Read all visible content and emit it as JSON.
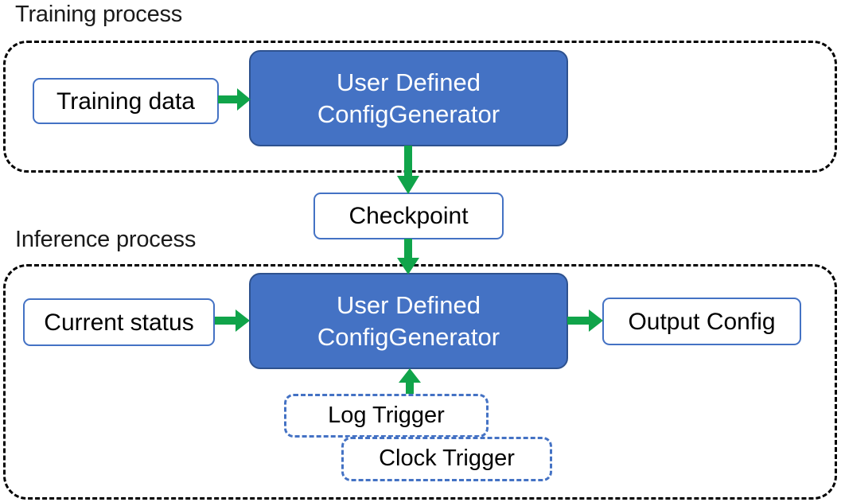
{
  "diagram": {
    "title_training": "Training process",
    "title_inference": "Inference process",
    "colors": {
      "primary_fill": "#4472C4",
      "primary_border": "#2E528F",
      "plain_border": "#4472C4",
      "trigger_border": "#4472C4",
      "arrow_green": "#10A44A",
      "container_border": "#000000",
      "text_dark": "#000000",
      "text_light": "#FFFFFF",
      "background": "#FFFFFF"
    }
  },
  "training_process": {
    "label": "Training process",
    "nodes": {
      "training_data": "Training data",
      "config_generator_line1": "User Defined",
      "config_generator_line2": "ConfigGenerator"
    }
  },
  "bridge": {
    "checkpoint": "Checkpoint"
  },
  "inference_process": {
    "label": "Inference process",
    "nodes": {
      "current_status": "Current status",
      "config_generator_line1": "User Defined",
      "config_generator_line2": "ConfigGenerator",
      "output_config": "Output Config",
      "log_trigger": "Log Trigger",
      "clock_trigger": "Clock Trigger"
    }
  },
  "connections": [
    {
      "id": "data-to-cfg",
      "from": "Training data",
      "to": "User Defined ConfigGenerator",
      "direction": "right"
    },
    {
      "id": "cfg-to-checkpoint",
      "from": "User Defined ConfigGenerator",
      "to": "Checkpoint",
      "direction": "down"
    },
    {
      "id": "checkpoint-to-cfg",
      "from": "Checkpoint",
      "to": "User Defined ConfigGenerator",
      "direction": "down"
    },
    {
      "id": "status-to-cfg",
      "from": "Current status",
      "to": "User Defined ConfigGenerator",
      "direction": "right"
    },
    {
      "id": "cfg-to-output",
      "from": "User Defined ConfigGenerator",
      "to": "Output Config",
      "direction": "right"
    },
    {
      "id": "trigger-to-cfg",
      "from": "Log Trigger / Clock Trigger",
      "to": "User Defined ConfigGenerator",
      "direction": "up"
    }
  ]
}
